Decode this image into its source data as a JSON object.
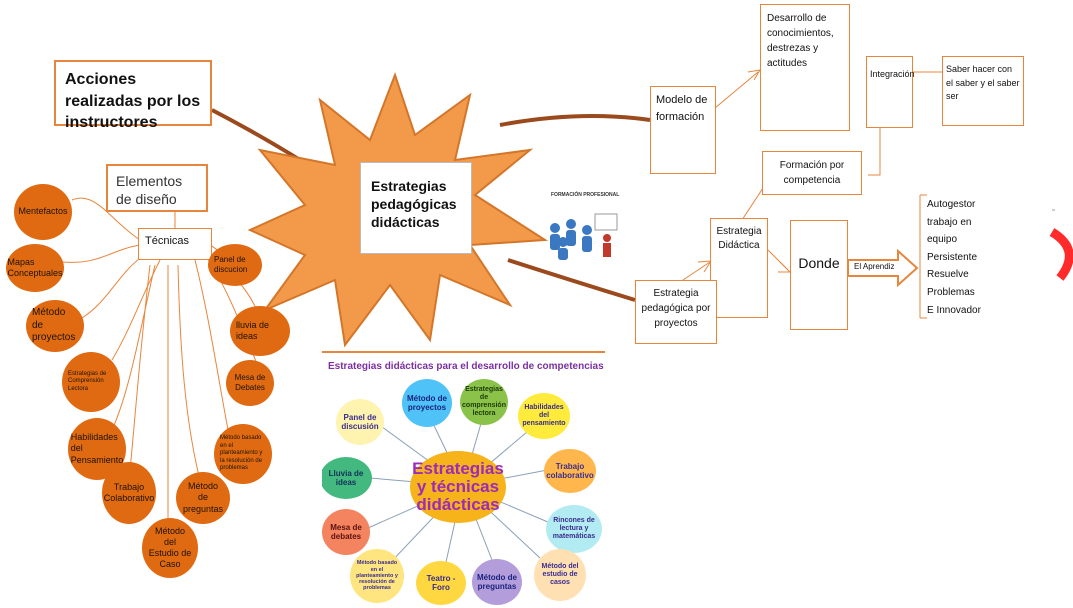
{
  "center": {
    "title": "Estrategias pedagógicas didácticas"
  },
  "left": {
    "actions_title": "Acciones realizadas por los instructores",
    "elements_title": "Elementos de diseño",
    "techniques_title": "Técnicas",
    "items": [
      "Mentefactos",
      "Mapas Conceptuales",
      "Método de proyectos",
      "Estrategias de Comprensión Lectora",
      "Habilidades del Pensamiento",
      "Trabajo Colaborativo",
      "Método del Estudio de Caso",
      "Método de preguntas",
      "Método basado en el planteamiento y la resolución de problemas",
      "Mesa de Debates",
      "lluvia de ideas",
      "Panel de discucion"
    ]
  },
  "photo": {
    "caption": "FORMACIÓN PROFESIONAL"
  },
  "right": {
    "modelo": "Modelo de formación",
    "desarrollo": "Desarrollo de conocimientos, destrezas y actitudes",
    "integracion": "Integración",
    "saber": "Saber hacer con el saber y el saber ser",
    "formacion_competencia": "Formación por competencia",
    "estrategia_didactica": "Estrategia Didáctica",
    "estrategia_proyectos": "Estrategia pedagógica por proyectos",
    "donde": "Donde",
    "aprendiz": "El Aprendiz",
    "traits": [
      "Autogestor",
      "trabajo en",
      "equipo",
      "Persistente",
      "Resuelve",
      "Problemas",
      "E Innovador"
    ]
  },
  "inset": {
    "title": "Estrategias didácticas para el desarrollo de competencias",
    "center": "Estrategias y técnicas didácticas",
    "nodes": [
      {
        "label": "Panel de discusión",
        "color": "#fff3b0"
      },
      {
        "label": "Método de proyectos",
        "color": "#4fc3f7"
      },
      {
        "label": "Estrategias de comprensión lectora",
        "color": "#8bc34a"
      },
      {
        "label": "Habilidades del pensamiento",
        "color": "#ffeb3b"
      },
      {
        "label": "Lluvia de ideas",
        "color": "#43b97f"
      },
      {
        "label": "Trabajo colaborativo",
        "color": "#ffb74d"
      },
      {
        "label": "Mesa de debates",
        "color": "#f4845f"
      },
      {
        "label": "Rincones de lectura y matemáticas",
        "color": "#b2ebf2"
      },
      {
        "label": "Método basado en el planteamiento y resolución de problemas",
        "color": "#ffe57f"
      },
      {
        "label": "Teatro - Foro",
        "color": "#ffd740"
      },
      {
        "label": "Método de preguntas",
        "color": "#b39ddb"
      },
      {
        "label": "Método del estudio de casos",
        "color": "#ffe0b2"
      }
    ]
  }
}
